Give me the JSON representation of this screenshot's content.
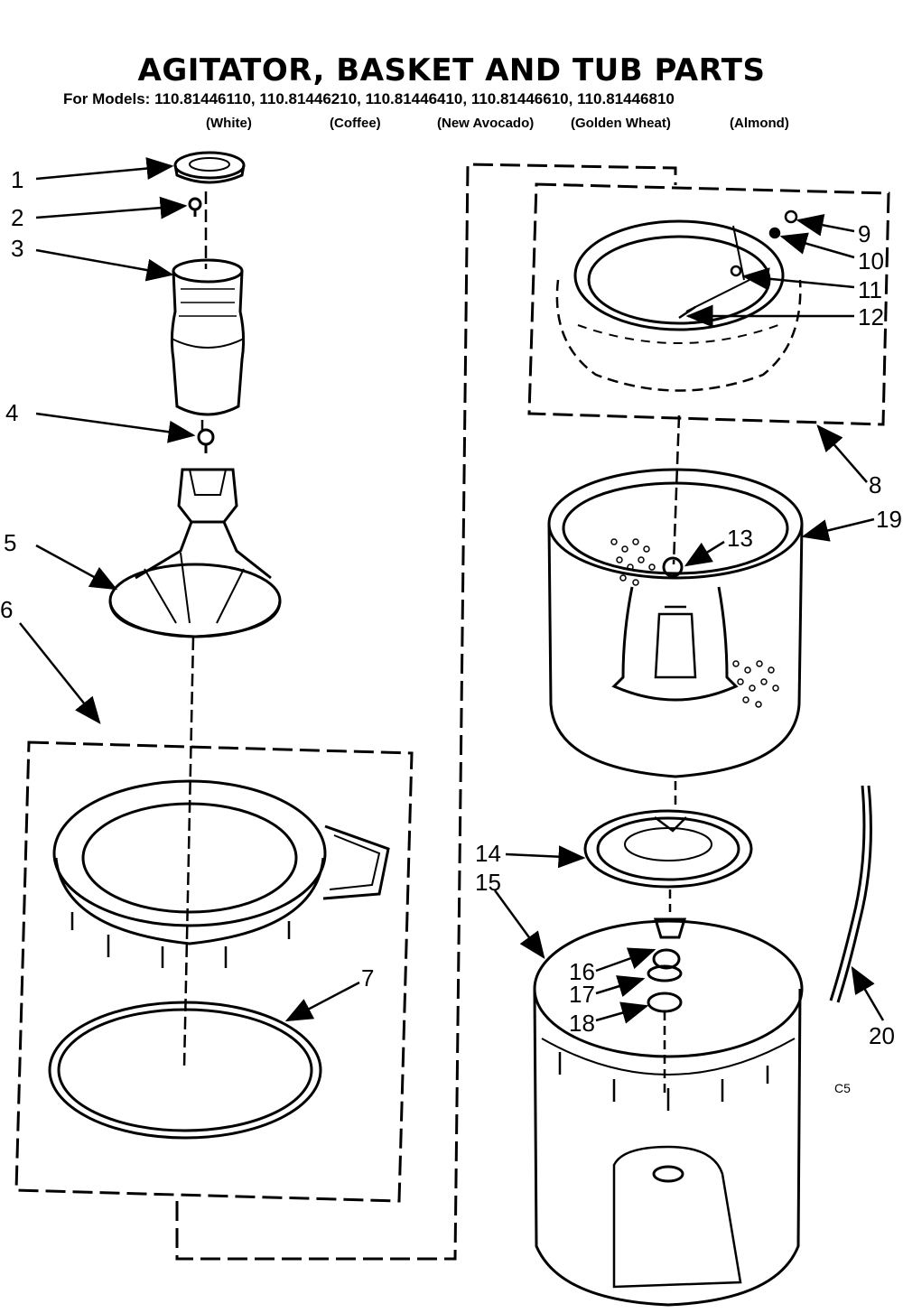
{
  "title": "AGITATOR, BASKET AND TUB PARTS",
  "models": {
    "prefix": "For Models:",
    "list": "110.81446110, 110.81446210, 110.81446410, 110.81446610, 110.81446810",
    "colors": [
      "(White)",
      "(Coffee)",
      "(New Avocado)",
      "(Golden Wheat)",
      "(Almond)"
    ]
  },
  "callouts": [
    "1",
    "2",
    "3",
    "4",
    "5",
    "6",
    "7",
    "8",
    "9",
    "10",
    "11",
    "12",
    "13",
    "14",
    "15",
    "16",
    "17",
    "18",
    "19",
    "20"
  ],
  "diagram_code": "C5"
}
